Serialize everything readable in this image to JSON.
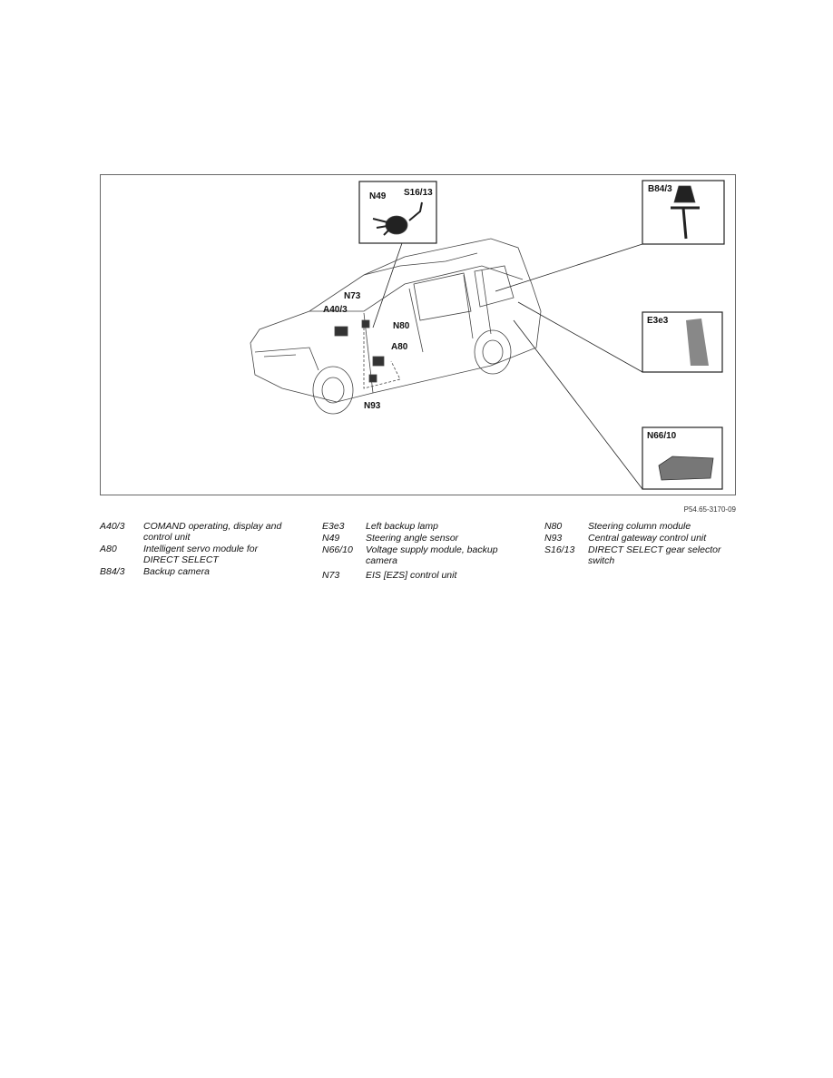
{
  "figure": {
    "id": "P54.65-3170-09",
    "callouts": [
      "N49",
      "S16/13",
      "B84/3",
      "N73",
      "A40/3",
      "N80",
      "A80",
      "N93",
      "E3e3",
      "N66/10"
    ]
  },
  "legend": [
    [
      {
        "code": "A40/3",
        "desc": "COMAND operating, display and control unit"
      },
      {
        "code": "A80",
        "desc": "Intelligent servo module for DIRECT SELECT"
      },
      {
        "code": "B84/3",
        "desc": "Backup camera"
      }
    ],
    [
      {
        "code": "E3e3",
        "desc": "Left backup lamp"
      },
      {
        "code": "N49",
        "desc": "Steering angle sensor"
      },
      {
        "code": "N66/10",
        "desc": "Voltage supply module, backup camera"
      },
      {
        "code": "N73",
        "desc": "EIS [EZS] control unit"
      }
    ],
    [
      {
        "code": "N80",
        "desc": "Steering column module"
      },
      {
        "code": "N93",
        "desc": "Central gateway control unit"
      },
      {
        "code": "S16/13",
        "desc": "DIRECT SELECT gear selector switch"
      }
    ]
  ]
}
